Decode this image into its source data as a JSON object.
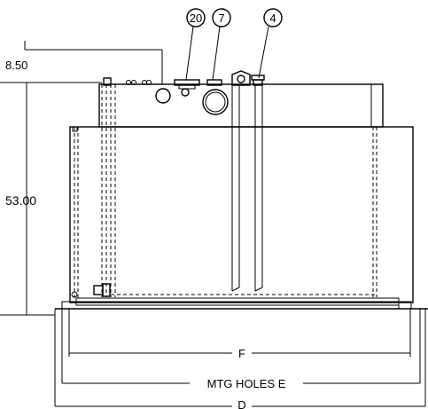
{
  "drawing": {
    "dimensions": {
      "top_offset": "8.50",
      "height": "53.00",
      "inner_width": "F",
      "mounting_holes": "MTG HOLES E",
      "overall_width": "D"
    },
    "callouts": [
      "20",
      "7",
      "4"
    ]
  }
}
